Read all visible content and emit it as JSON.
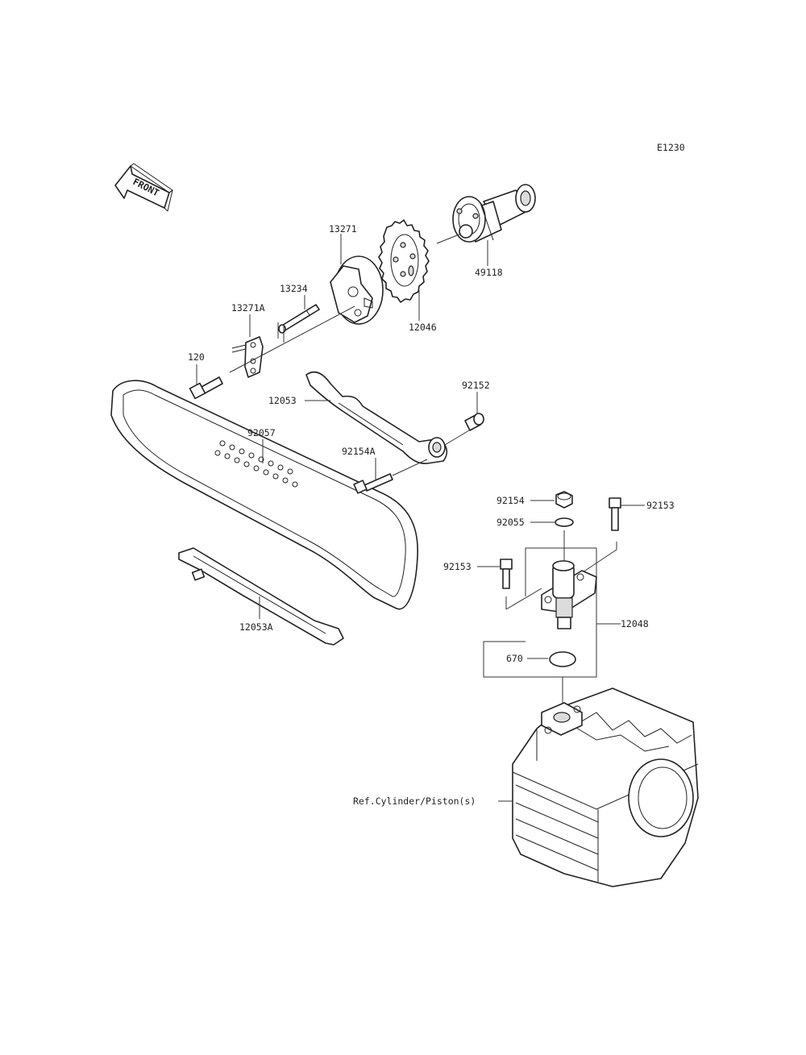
{
  "diagram_code": "E1230",
  "front_marker": "FRONT",
  "callouts": {
    "p13271": "13271",
    "p13234": "13234",
    "p13271A": "13271A",
    "p120": "120",
    "p12046": "12046",
    "p49118": "49118",
    "p12053": "12053",
    "p92152": "92152",
    "p92057": "92057",
    "p92154A": "92154A",
    "p92154": "92154",
    "p92153_right": "92153",
    "p92055": "92055",
    "p92153_left": "92153",
    "p12048": "12048",
    "p670": "670",
    "p12053A": "12053A",
    "ref_cylinder": "Ref.Cylinder/Piston(s)"
  }
}
